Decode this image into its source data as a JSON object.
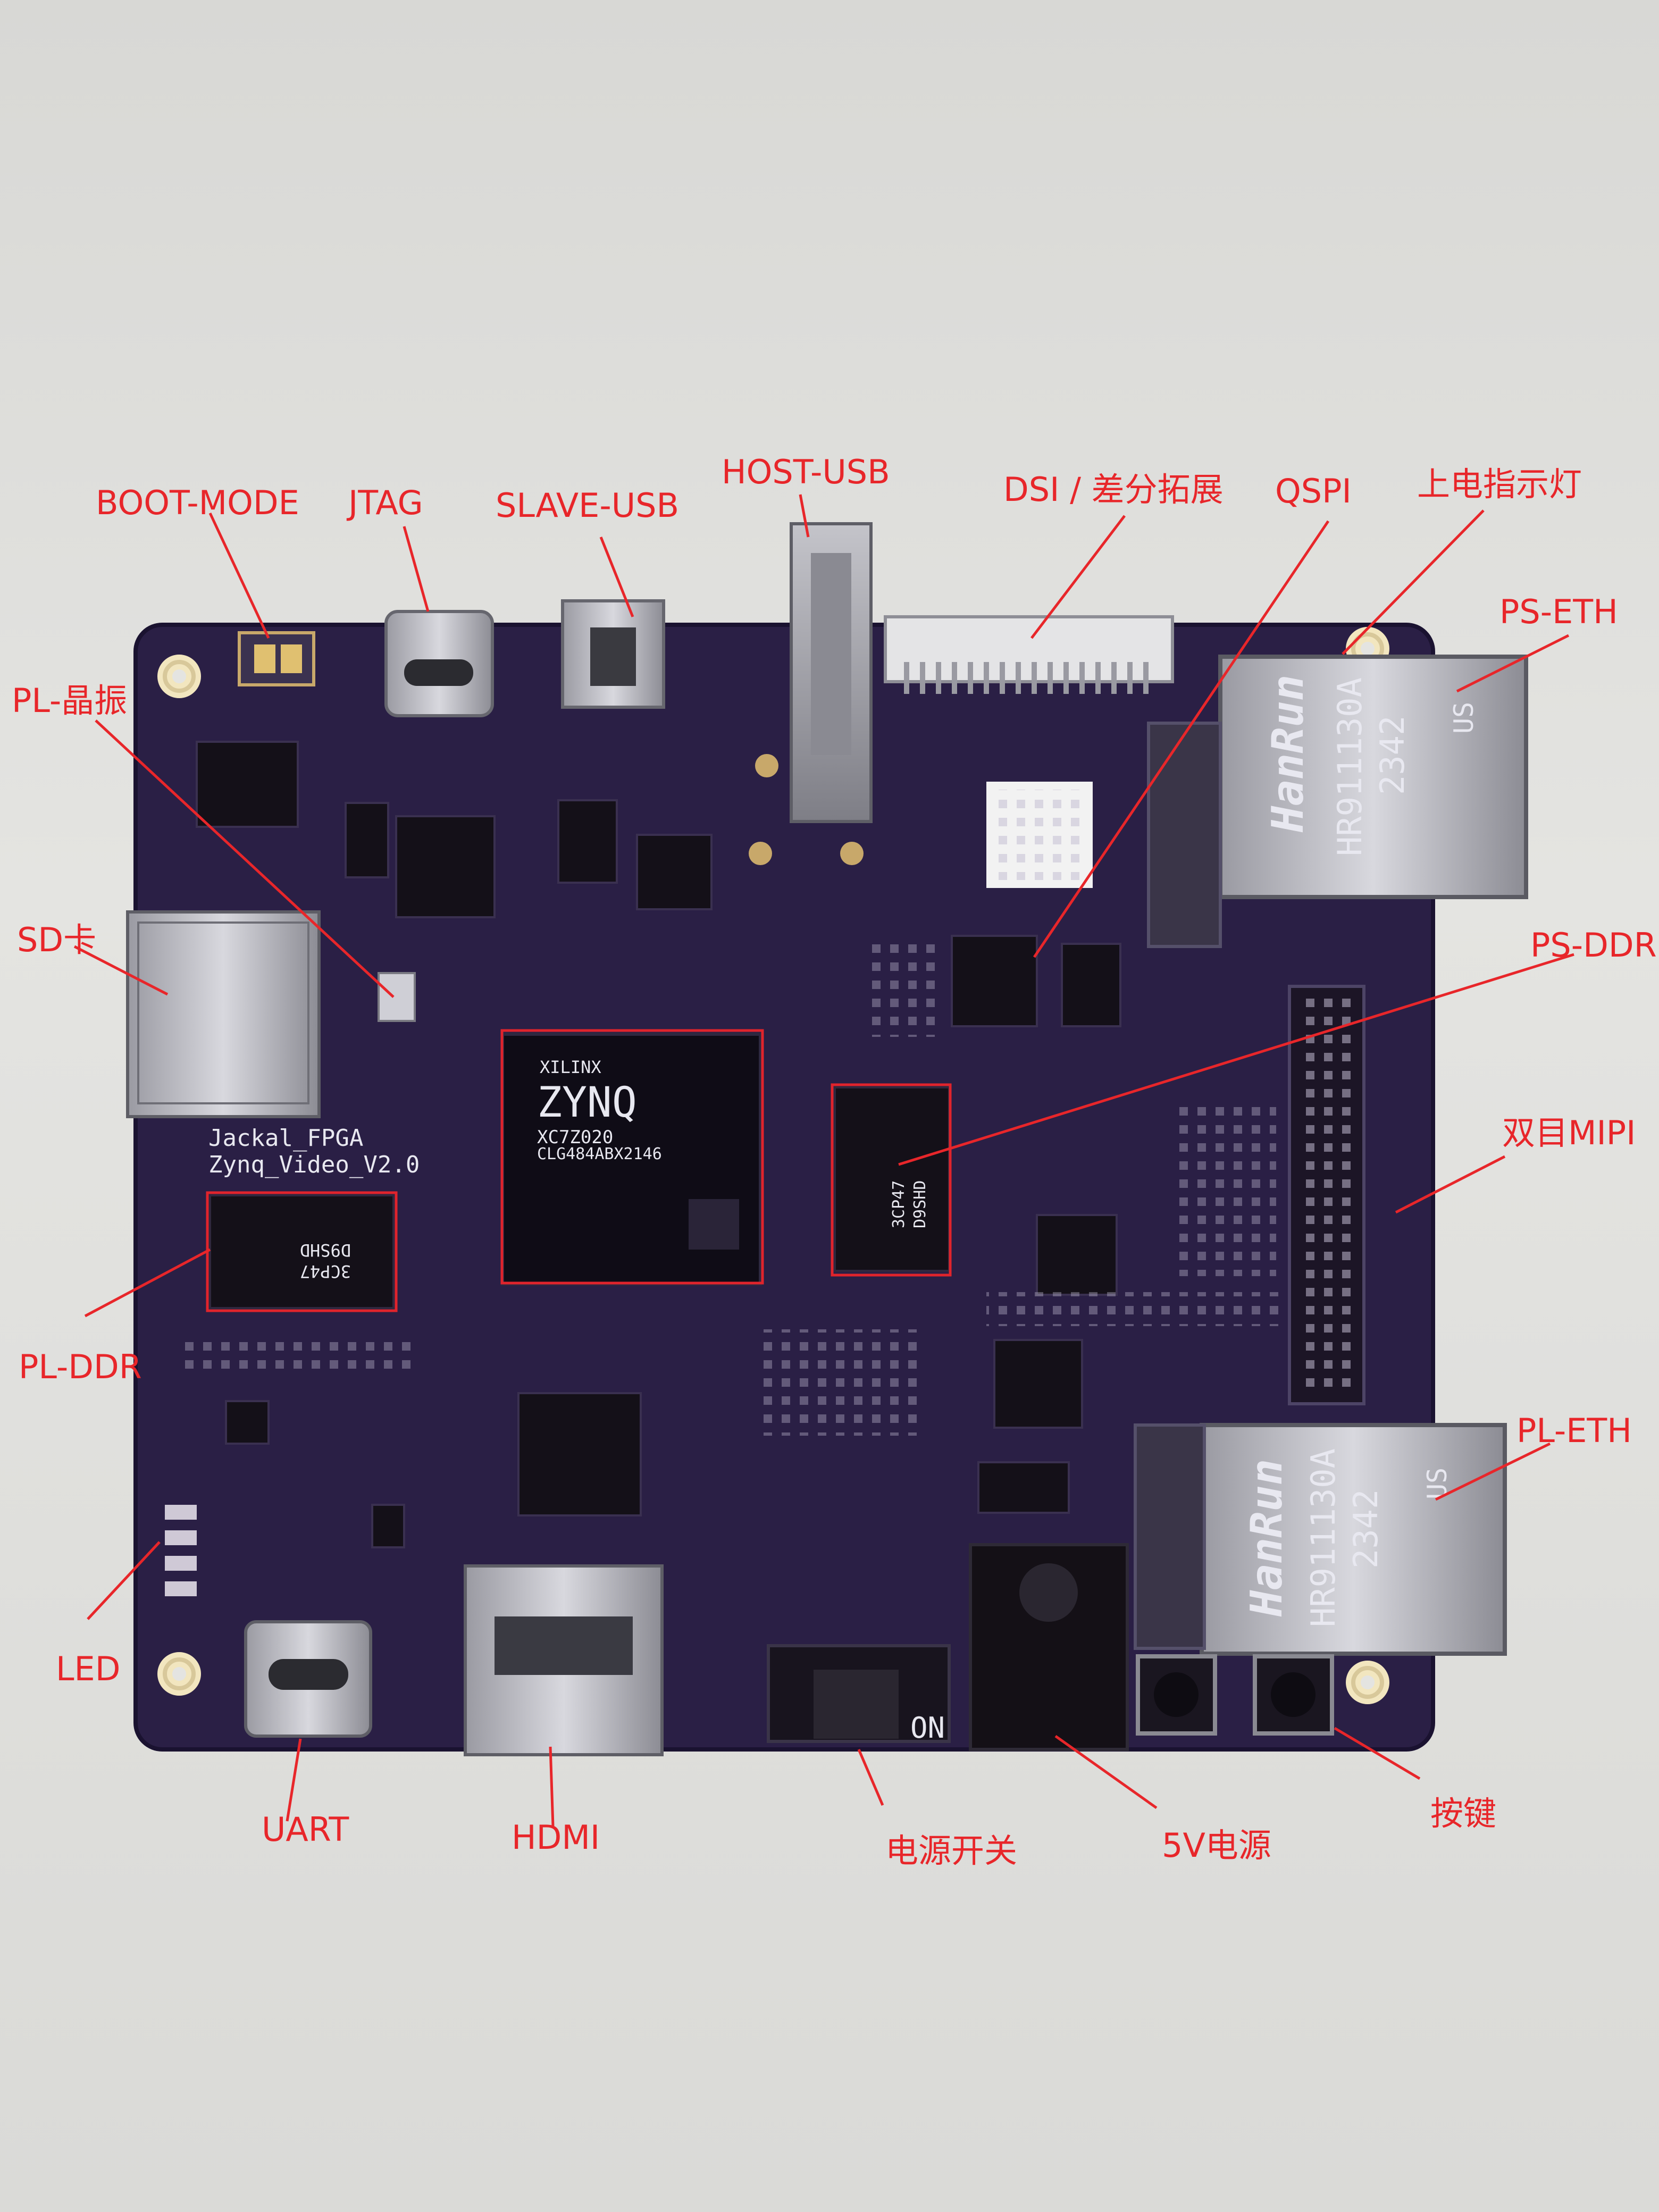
{
  "board": {
    "silkscreen_name": "Jackal_FPGA",
    "silkscreen_version": "Zynq_Video_V2.0",
    "fpga_brand": "XILINX",
    "fpga_family": "ZYNQ",
    "fpga_part": "XC7Z020",
    "fpga_package": "CLG484ABX2146",
    "ddr_marking_1": "3CP47",
    "ddr_marking_2": "D9SHD",
    "rj45_brand": "HanRun",
    "rj45_model": "HR911130A",
    "rj45_date": "2342",
    "ul_mark": "US",
    "switch_state": "ON"
  },
  "colors": {
    "pcb": "#2a1f45",
    "label": "#e8262a",
    "highlight_box": "#e0242c"
  },
  "labels": {
    "boot_mode": "BOOT-MODE",
    "jtag": "JTAG",
    "slave_usb": "SLAVE-USB",
    "host_usb": "HOST-USB",
    "dsi": "DSI / 差分拓展",
    "qspi": "QSPI",
    "power_led": "上电指示灯",
    "ps_eth": "PS-ETH",
    "pl_osc": "PL-晶振",
    "sd_card": "SD卡",
    "ps_ddr": "PS-DDR",
    "dual_mipi": "双目MIPI",
    "pl_ddr": "PL-DDR",
    "pl_eth": "PL-ETH",
    "led": "LED",
    "uart": "UART",
    "hdmi": "HDMI",
    "power_switch": "电源开关",
    "power_5v": "5V电源",
    "buttons": "按键"
  }
}
